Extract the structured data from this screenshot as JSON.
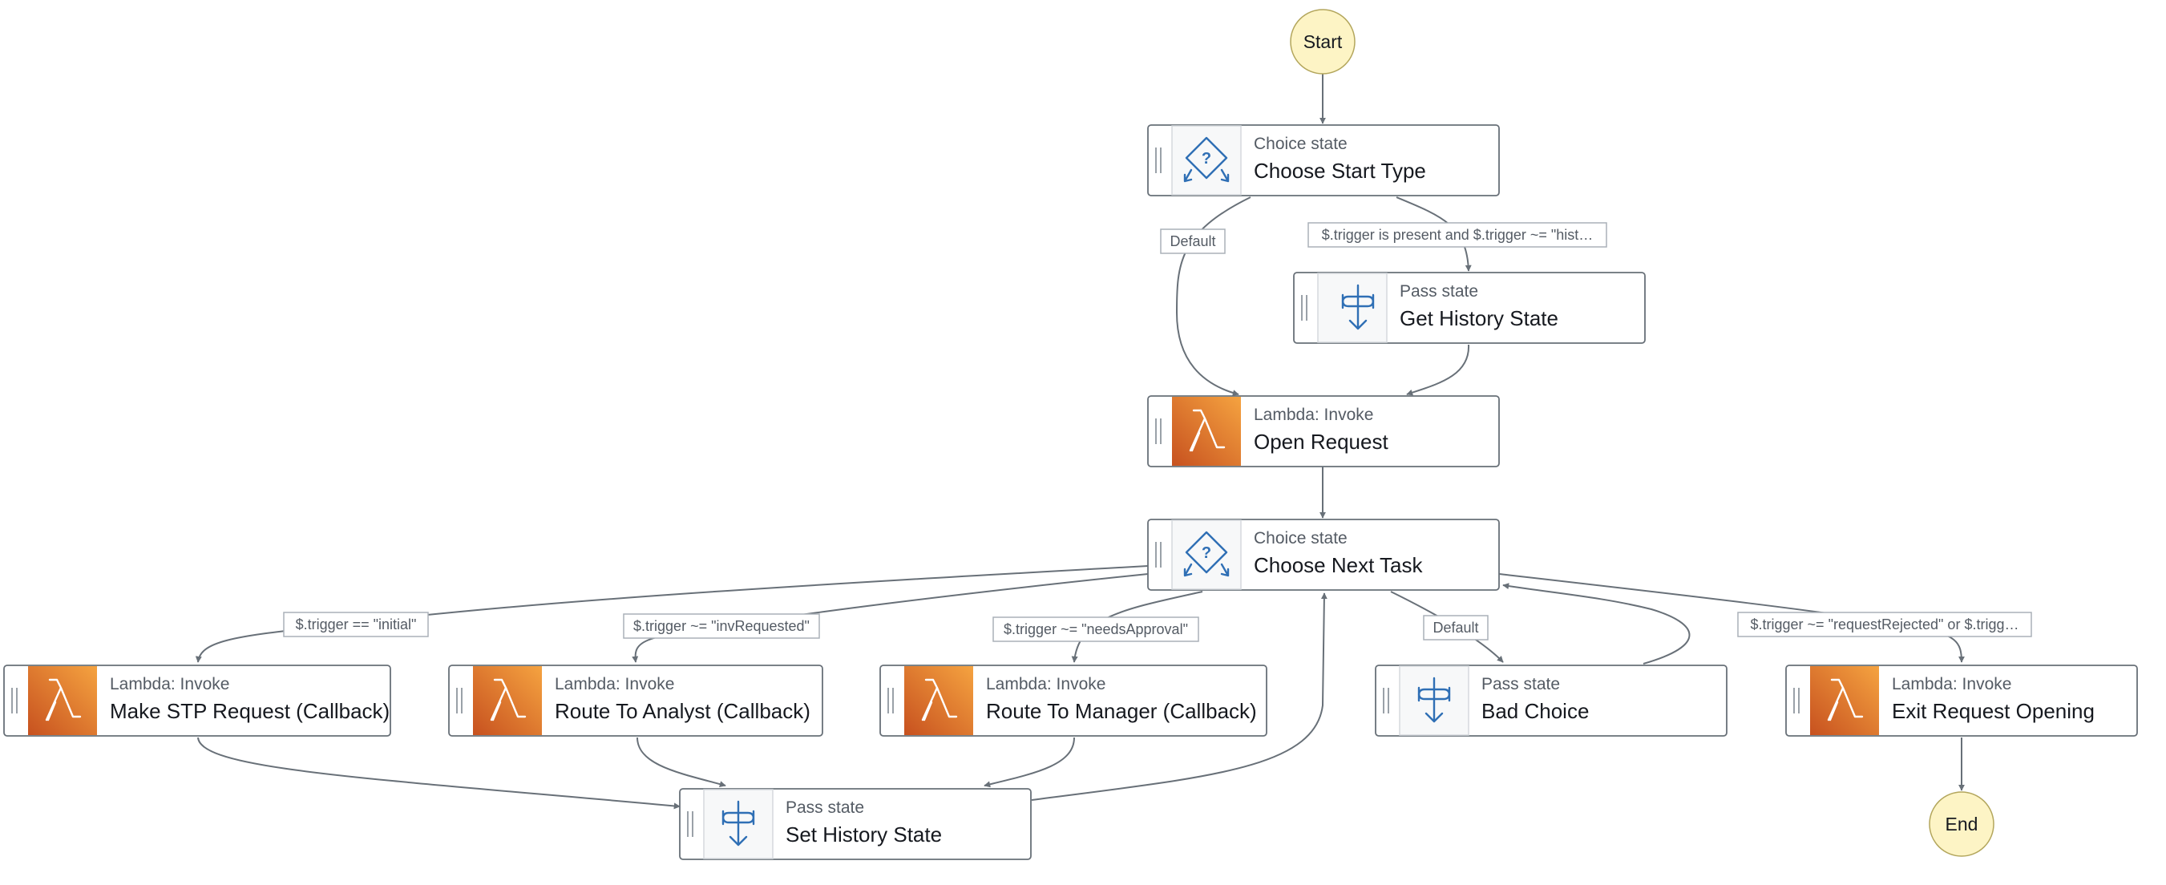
{
  "diagram": {
    "start_label": "Start",
    "end_label": "End",
    "states": {
      "choose_start_type": {
        "type": "Choice state",
        "name": "Choose Start Type",
        "icon": "choice-icon"
      },
      "get_history_state": {
        "type": "Pass state",
        "name": "Get History State",
        "icon": "pass-icon"
      },
      "open_request": {
        "type": "Lambda: Invoke",
        "name": "Open Request",
        "icon": "lambda-icon"
      },
      "choose_next_task": {
        "type": "Choice state",
        "name": "Choose Next Task",
        "icon": "choice-icon"
      },
      "make_stp_request": {
        "type": "Lambda: Invoke",
        "name": "Make STP Request (Callback)",
        "icon": "lambda-icon"
      },
      "route_to_analyst": {
        "type": "Lambda: Invoke",
        "name": "Route To Analyst (Callback)",
        "icon": "lambda-icon"
      },
      "route_to_manager": {
        "type": "Lambda: Invoke",
        "name": "Route To Manager (Callback)",
        "icon": "lambda-icon"
      },
      "bad_choice": {
        "type": "Pass state",
        "name": "Bad Choice",
        "icon": "pass-icon"
      },
      "exit_request_opening": {
        "type": "Lambda: Invoke",
        "name": "Exit Request Opening",
        "icon": "lambda-icon"
      },
      "set_history_state": {
        "type": "Pass state",
        "name": "Set History State",
        "icon": "pass-icon"
      }
    },
    "edge_labels": {
      "default_1": "Default",
      "history_condition": "$.trigger is present and $.trigger ~= \"hist…",
      "initial": "$.trigger == \"initial\"",
      "inv_requested": "$.trigger ~= \"invRequested\"",
      "needs_approval": "$.trigger ~= \"needsApproval\"",
      "default_2": "Default",
      "request_rejected": "$.trigger ~= \"requestRejected\" or $.trigg…"
    },
    "colors": {
      "lambda_orange_dark": "#c7511f",
      "lambda_orange_light": "#f5a340",
      "terminal_fill": "#fdf4c5",
      "icon_blue": "#2f6fb5",
      "edge": "#687078"
    }
  }
}
